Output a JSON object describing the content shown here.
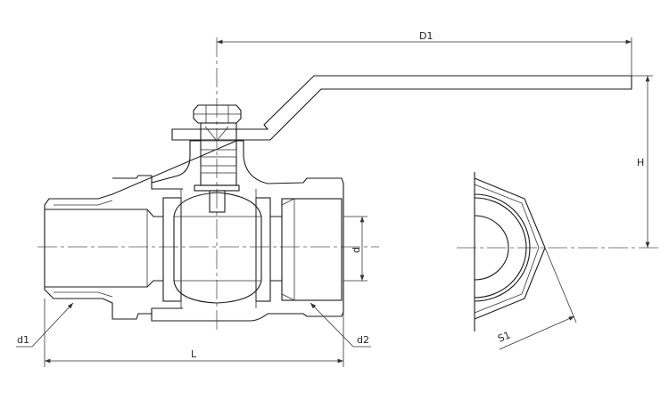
{
  "drawing": {
    "title": "Ball valve dimension drawing",
    "dimensions": {
      "handle_length": "D1",
      "height": "H",
      "bore": "d",
      "thread_male": "d1",
      "thread_female": "d2",
      "length": "L",
      "hex_size": "S1"
    },
    "line_color": "#1a1a1a",
    "background": "#ffffff"
  }
}
